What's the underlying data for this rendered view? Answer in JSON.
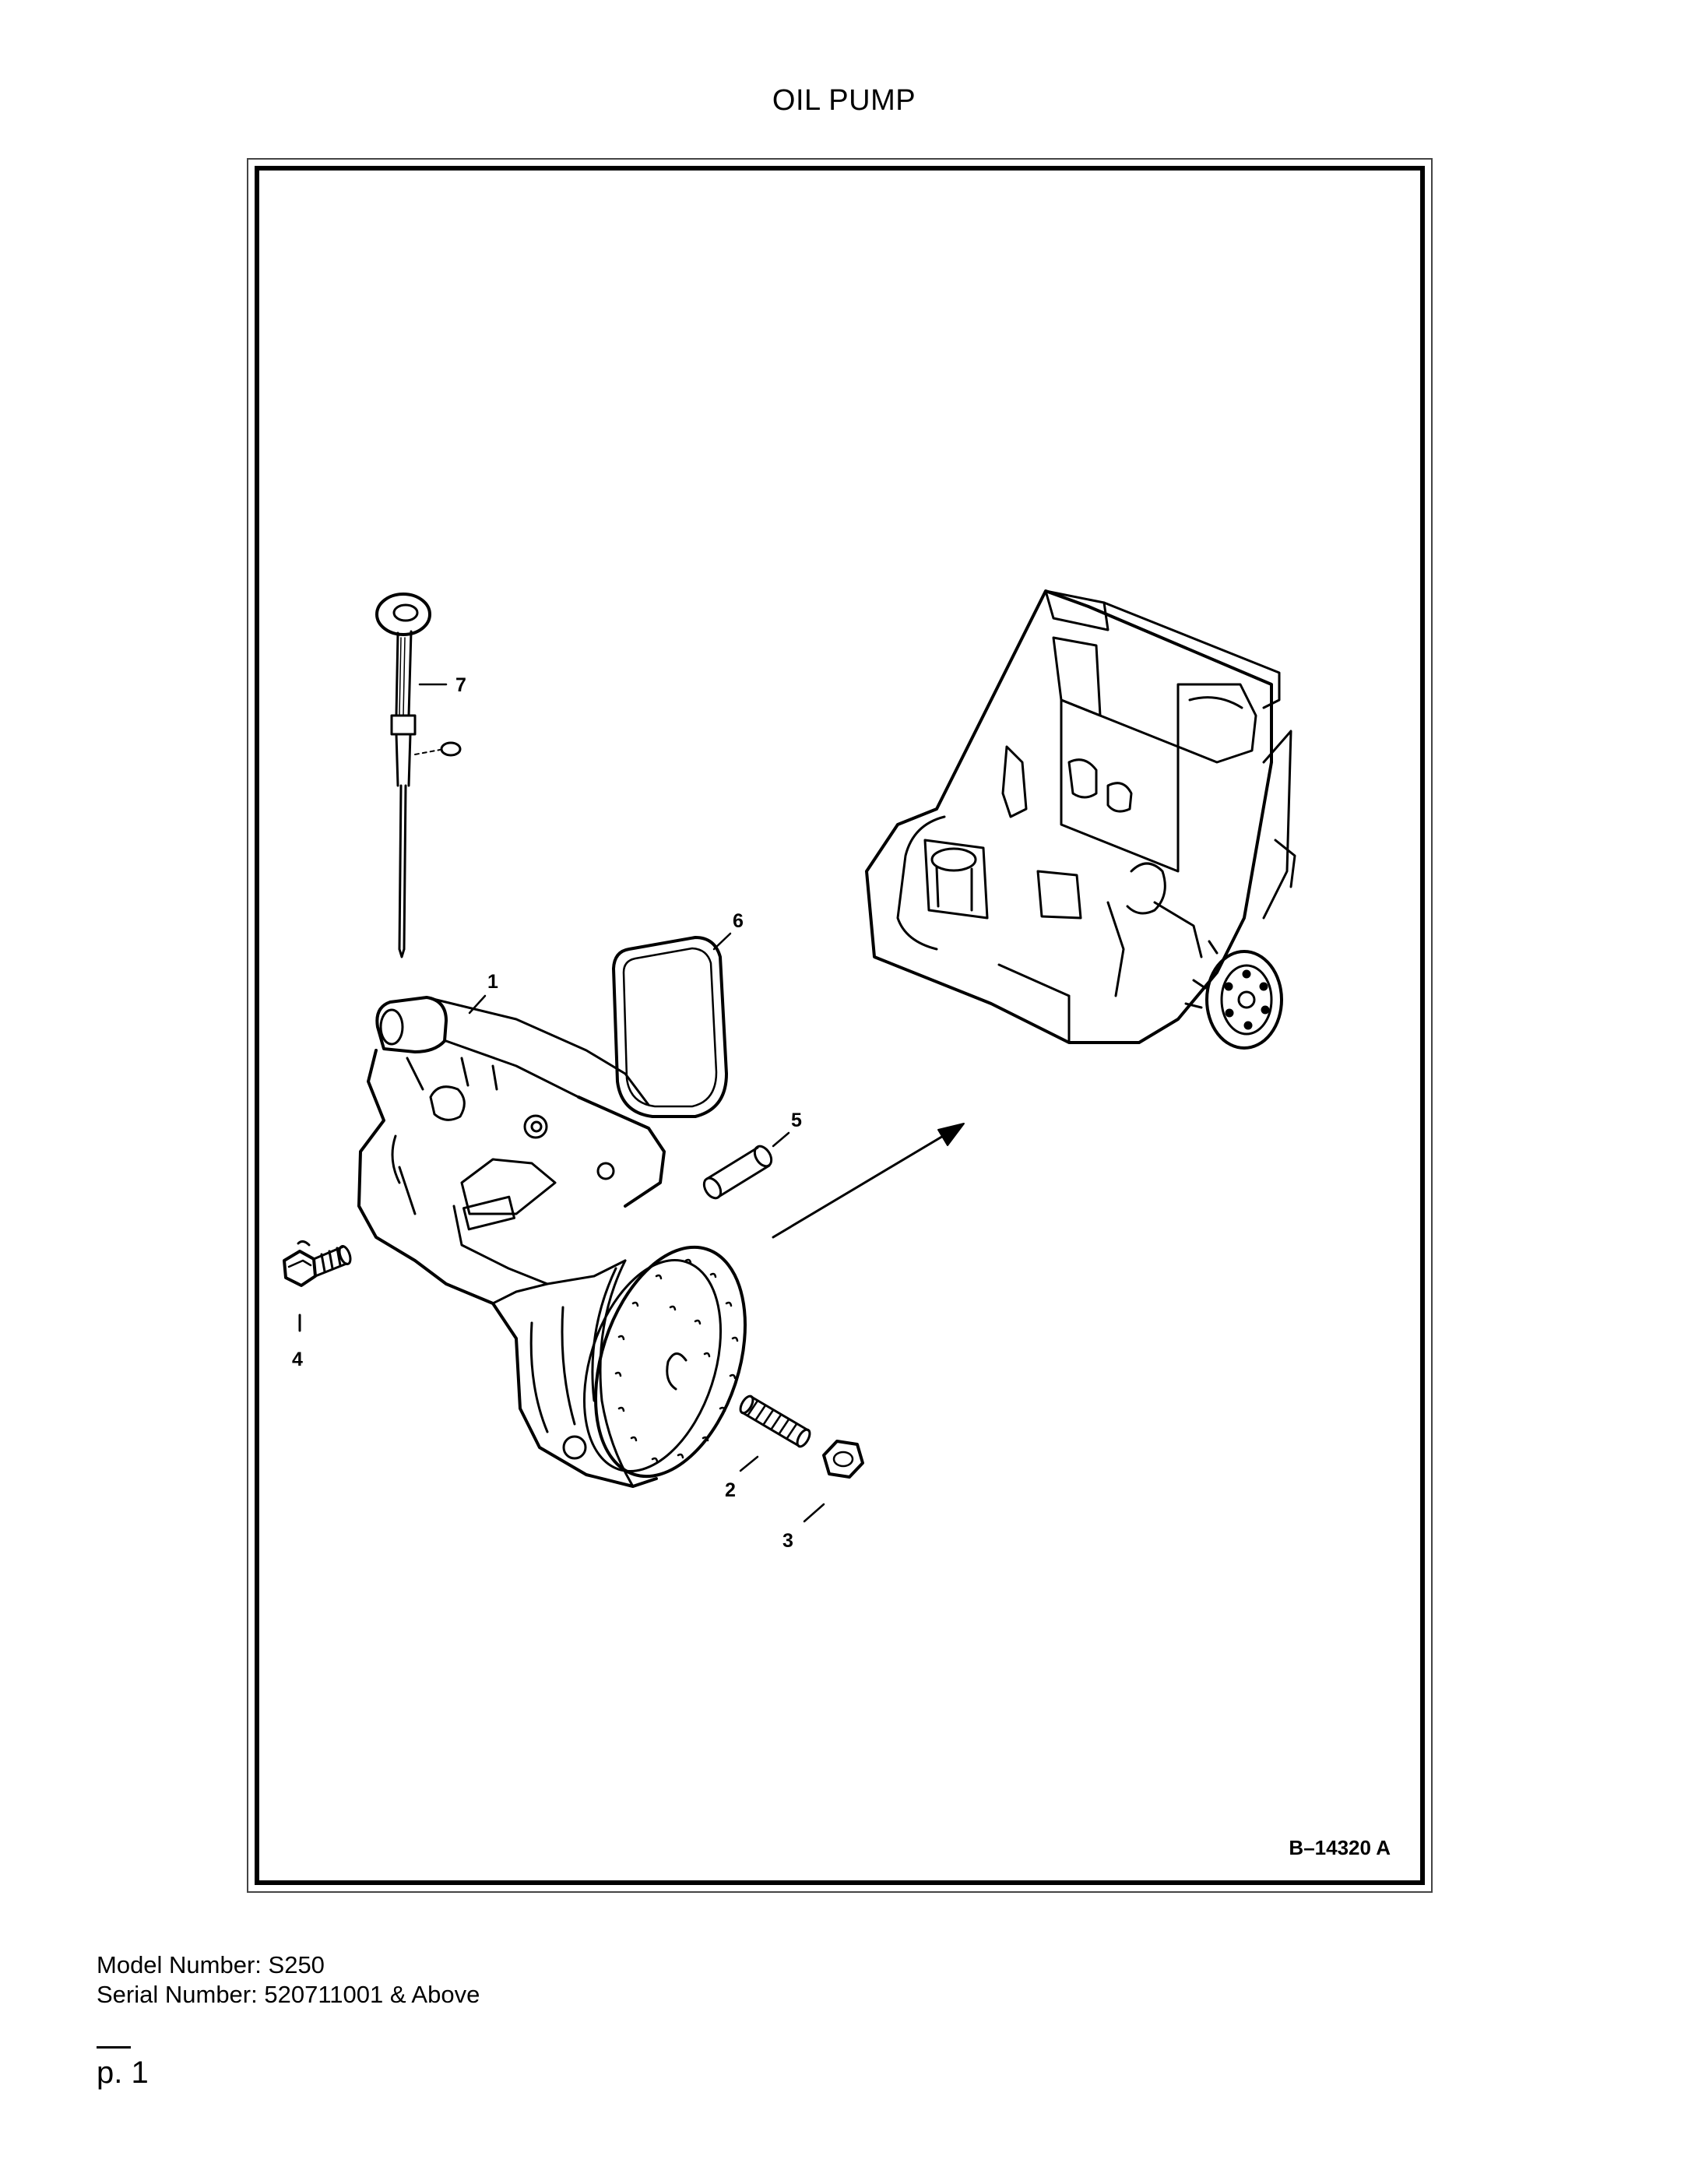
{
  "page": {
    "title": "OIL PUMP",
    "figure_id": "B–14320 A",
    "model_number": "Model Number: S250",
    "serial_number": "Serial Number: 520711001 & Above",
    "page_number": "p. 1"
  },
  "callouts": {
    "c1": "1",
    "c2": "2",
    "c3": "3",
    "c4": "4",
    "c5": "5",
    "c6": "6",
    "c7": "7"
  }
}
